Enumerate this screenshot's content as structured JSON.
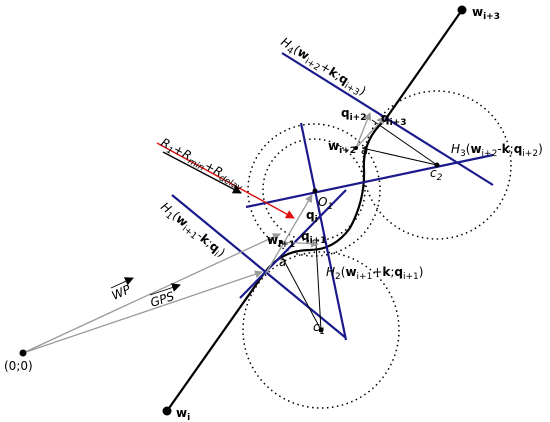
{
  "points": {
    "wi": {
      "base": "w",
      "sub": "i"
    },
    "wi3": {
      "base": "w",
      "sub": "i+3"
    },
    "origin": "(0;0)",
    "O1": {
      "base": "O",
      "sub": "1"
    },
    "c1": {
      "base": "c",
      "sub": "1"
    },
    "c2": {
      "base": "c",
      "sub": "2"
    },
    "a1": "a",
    "a2": "a",
    "wi1": {
      "base": "w",
      "sub": "i+1"
    },
    "wi2": {
      "base": "w",
      "sub": "i+2"
    }
  },
  "vectors": {
    "qi": {
      "base": "q",
      "sub": "i"
    },
    "qi1": {
      "base": "q",
      "sub": "i+1"
    },
    "qi2": {
      "base": "q",
      "sub": "i+2"
    },
    "qi3": {
      "base": "q",
      "sub": "i+3"
    },
    "WP": "WP",
    "GPS": "GPS"
  },
  "planes": {
    "H1": {
      "name": "H",
      "idx": "1",
      "open": "(",
      "w": "w",
      "wsub": "i+1",
      "op": "-",
      "k": "k",
      "sep": ";",
      "q": "q",
      "qsub": "i",
      "close": ")"
    },
    "H2": {
      "name": "H",
      "idx": "2",
      "open": "(",
      "w": "w",
      "wsub": "i+1",
      "op": "+",
      "k": "k",
      "sep": ";",
      "q": "q",
      "qsub": "i+1",
      "close": ")"
    },
    "H3": {
      "name": "H",
      "idx": "3",
      "open": "(",
      "w": "w",
      "wsub": "i+2",
      "op": "-",
      "k": "k",
      "sep": ";",
      "q": "q",
      "qsub": "i+2",
      "close": ")"
    },
    "H4": {
      "name": "H",
      "idx": "4",
      "open": "(",
      "w": "w",
      "wsub": "i+2",
      "op": "+",
      "k": "k",
      "sep": ";",
      "q": "q",
      "qsub": "i+3",
      "close": ")"
    }
  },
  "radius_label": {
    "r1": "R",
    "r1sub": "1",
    "plus1": "+",
    "rmin": "R",
    "rminsub": "min",
    "plus2": "+",
    "rdelay": "R",
    "rdelaysub": "delay"
  },
  "colors": {
    "path": "#000000",
    "plane": "#1a1a8c",
    "vector": "#9a9a9a",
    "radius_arrow": "#e01010",
    "circle": "#000000"
  }
}
